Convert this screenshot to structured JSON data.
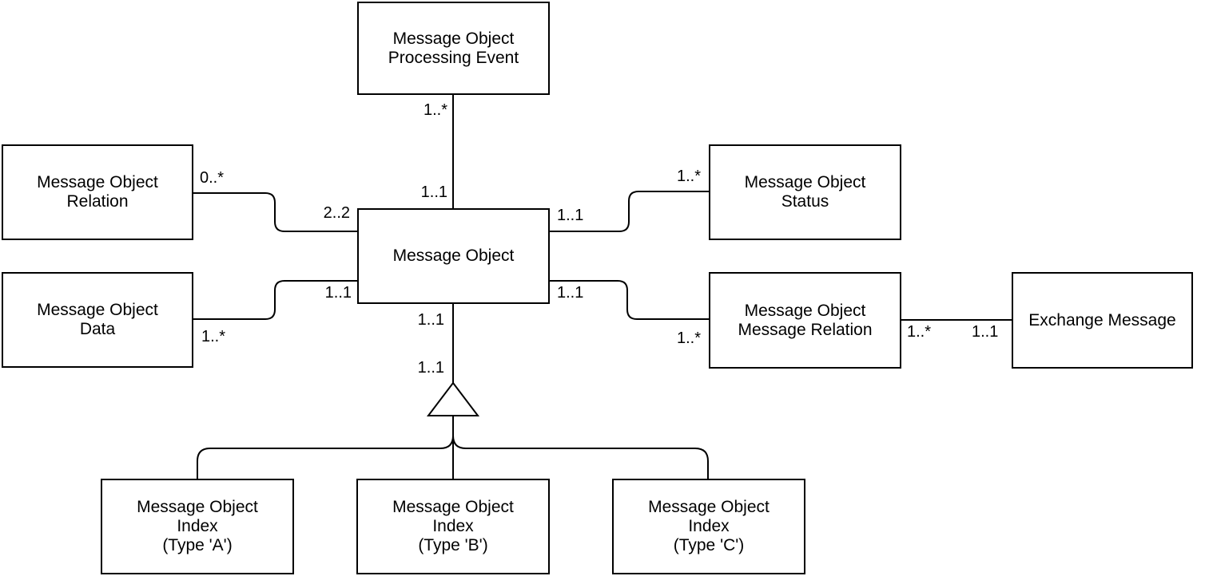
{
  "diagram": {
    "type": "uml-class-diagram",
    "background_color": "#ffffff",
    "stroke_color": "#000000",
    "text_color": "#000000",
    "nodes": [
      {
        "id": "message-object-processing-event",
        "label": "Message Object\nProcessing Event"
      },
      {
        "id": "message-object-relation",
        "label": "Message Object\nRelation"
      },
      {
        "id": "message-object-status",
        "label": "Message Object\nStatus"
      },
      {
        "id": "message-object",
        "label": "Message Object"
      },
      {
        "id": "message-object-data",
        "label": "Message Object\nData"
      },
      {
        "id": "message-object-message-relation",
        "label": "Message Object\nMessage Relation"
      },
      {
        "id": "exchange-message",
        "label": "Exchange Message"
      },
      {
        "id": "message-object-index-type-a",
        "label": "Message Object\nIndex\n(Type 'A')"
      },
      {
        "id": "message-object-index-type-b",
        "label": "Message Object\nIndex\n(Type 'B')"
      },
      {
        "id": "message-object-index-type-c",
        "label": "Message Object\nIndex\n(Type 'C')"
      }
    ],
    "edges": [
      {
        "from": "message-object-processing-event",
        "to": "message-object",
        "type": "association",
        "from_label": "1..*",
        "to_label": "1..1"
      },
      {
        "from": "message-object-relation",
        "to": "message-object",
        "type": "association",
        "from_label": "0..*",
        "to_label": "2..2"
      },
      {
        "from": "message-object-data",
        "to": "message-object",
        "type": "association",
        "from_label": "1..*",
        "to_label": "1..1"
      },
      {
        "from": "message-object",
        "to": "message-object-status",
        "type": "association",
        "from_label": "1..1",
        "to_label": "1..*"
      },
      {
        "from": "message-object",
        "to": "message-object-message-relation",
        "type": "association",
        "from_label": "1..1",
        "to_label": "1..*"
      },
      {
        "from": "message-object-message-relation",
        "to": "exchange-message",
        "type": "association",
        "from_label": "1..*",
        "to_label": "1..1"
      },
      {
        "from": "message-object",
        "to": "message-object-index-types",
        "type": "generalization",
        "from_label": "1..1",
        "to_label": "1..1"
      }
    ]
  }
}
